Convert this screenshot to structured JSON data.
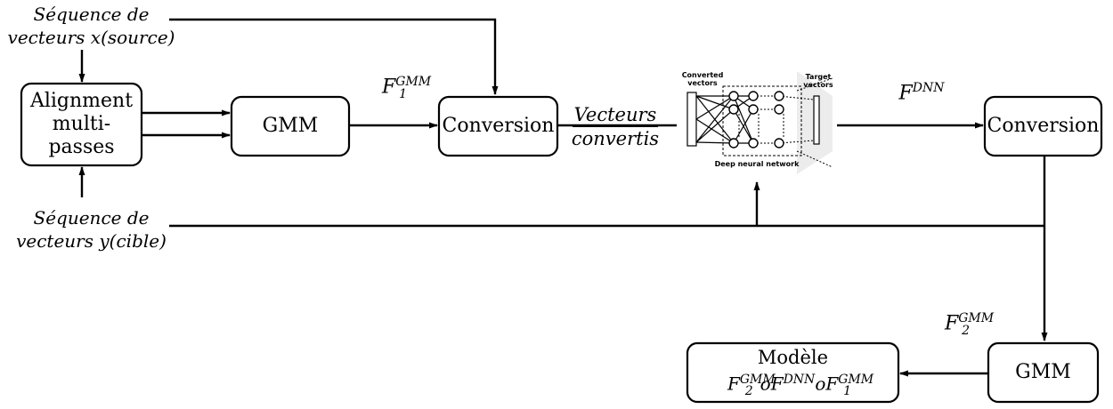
{
  "source_label": [
    "Séquence de",
    "vecteurs x(source)"
  ],
  "target_label": [
    "Séquence de",
    "vecteurs y(cible)"
  ],
  "alignment_box": [
    "Alignment",
    "multi-",
    "passes"
  ],
  "gmm1_box": "GMM",
  "conversion1_box": "Conversion",
  "converted_label": [
    "Vecteurs",
    "convertis"
  ],
  "dnn_image": {
    "left_caption": [
      "Converted",
      "vectors"
    ],
    "right_caption": [
      "Target",
      "vectors"
    ],
    "bottom_caption": "Deep neural network"
  },
  "conversion2_box": "Conversion",
  "gmm2_box": "GMM",
  "model_box": {
    "title": "Modèle"
  },
  "f1_label": {
    "base": "F",
    "sup": "GMM",
    "sub": "1"
  },
  "fdnn_label": {
    "base": "F",
    "sup": "DNN"
  },
  "f2_label": {
    "base": "F",
    "sup": "GMM",
    "sub": "2"
  }
}
